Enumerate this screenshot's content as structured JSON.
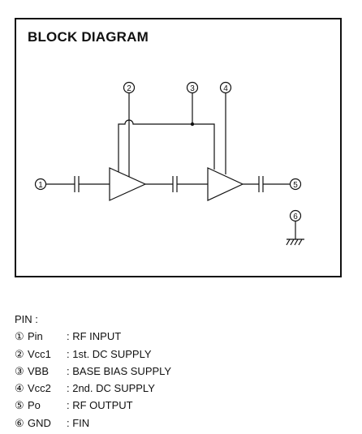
{
  "diagram": {
    "title": "BLOCK DIAGRAM",
    "markers": [
      "①",
      "②",
      "③",
      "④",
      "⑤",
      "⑥"
    ]
  },
  "pins": {
    "heading": "PIN :",
    "rows": [
      {
        "num": "①",
        "name": "Pin",
        "desc": ": RF INPUT"
      },
      {
        "num": "②",
        "name": "Vcc1",
        "desc": ": 1st. DC SUPPLY"
      },
      {
        "num": "③",
        "name": "VBB",
        "desc": ": BASE BIAS SUPPLY"
      },
      {
        "num": "④",
        "name": "Vcc2",
        "desc": ": 2nd. DC SUPPLY"
      },
      {
        "num": "⑤",
        "name": "Po",
        "desc": ": RF OUTPUT"
      },
      {
        "num": "⑥",
        "name": "GND",
        "desc": ": FIN"
      }
    ]
  }
}
